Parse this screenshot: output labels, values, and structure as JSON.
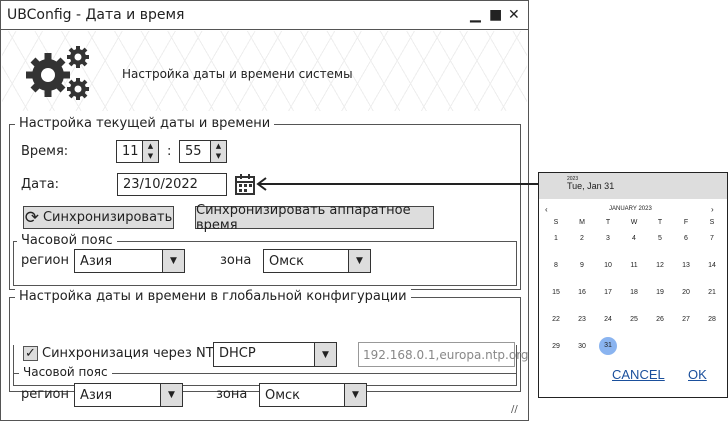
{
  "window": {
    "title": "UBConfig - Дата и время",
    "minimize": "▁",
    "maximize": "■",
    "close": "✕"
  },
  "header": {
    "text": "Настройка даты и времени системы"
  },
  "current": {
    "legend": "Настройка текущей даты и времени",
    "time_label": "Время:",
    "hour": "11",
    "sep": ":",
    "minute": "55",
    "date_label": "Дата:",
    "date": "23/10/2022",
    "sync_button": "Синхронизировать",
    "hw_sync_button": "Синхронизировать аппаратное время",
    "tz": {
      "legend": "Часовой пояс",
      "region_label": "регион",
      "region": "Азия",
      "zone_label": "зона",
      "zone": "Омск"
    }
  },
  "global": {
    "legend": "Настройка даты и времени в глобальной конфигурации",
    "ntp_label": "Синхронизация через NTP",
    "ntp_checked": true,
    "ntp_source": "DHCP",
    "ntp_servers": "192.168.0.1,europa.ntp.org",
    "tz": {
      "legend": "Часовой пояс",
      "region_label": "регион",
      "region": "Азия",
      "zone_label": "зона",
      "zone": "Омск"
    }
  },
  "calendar": {
    "year": "2023",
    "selected_label": "Tue, Jan 31",
    "month": "JANUARY 2023",
    "prev": "‹",
    "next": "›",
    "weekdays": [
      "S",
      "M",
      "T",
      "W",
      "T",
      "F",
      "S"
    ],
    "selected_day": "31",
    "cancel": "CANCEL",
    "ok": "OK"
  },
  "colors": {
    "selected": "#8ab4f0",
    "link": "#1a4f9c"
  }
}
